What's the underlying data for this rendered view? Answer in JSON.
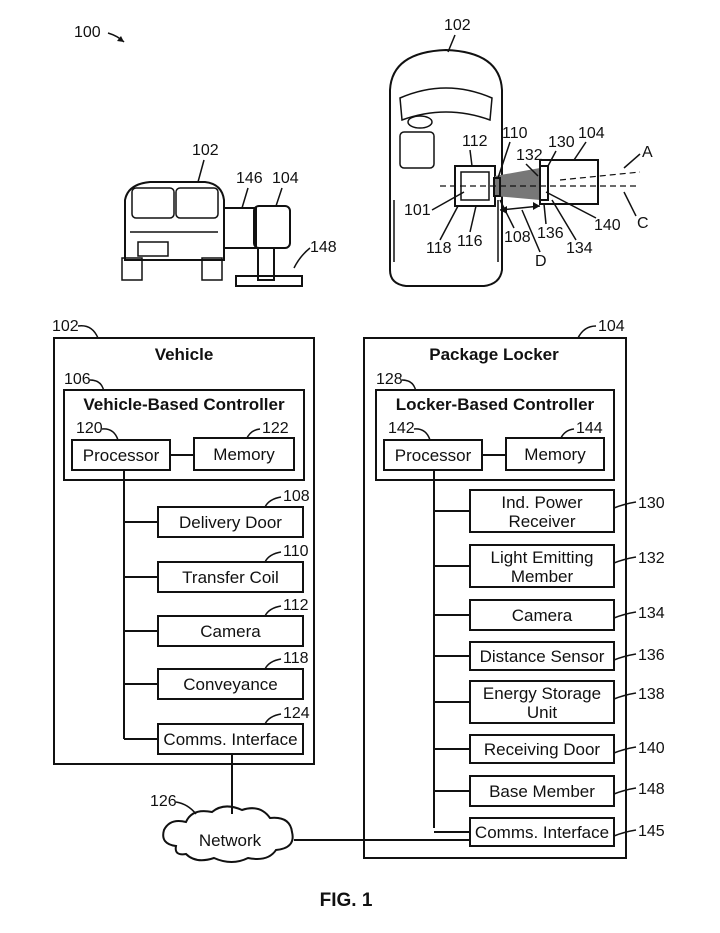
{
  "figure": {
    "caption": "FIG. 1",
    "ref_overall": "100",
    "illustration": {
      "ref_vehicle_side": "102",
      "ref_vehicle_top": "102",
      "ref_146": "146",
      "ref_104_side": "104",
      "ref_148": "148",
      "top_view_refs": {
        "r112": "112",
        "r110": "110",
        "r130": "130",
        "r104": "104",
        "r132": "132",
        "r101": "101",
        "r118": "118",
        "r116": "116",
        "r108": "108",
        "r136": "136",
        "r134": "134",
        "r140": "140",
        "rA": "A",
        "rC": "C",
        "rD": "D"
      }
    },
    "vehicle": {
      "ref": "102",
      "title": "Vehicle",
      "controller": {
        "ref": "106",
        "title": "Vehicle-Based Controller",
        "processor": {
          "ref": "120",
          "label": "Processor"
        },
        "memory": {
          "ref": "122",
          "label": "Memory"
        }
      },
      "components": [
        {
          "ref": "108",
          "label": "Delivery Door"
        },
        {
          "ref": "110",
          "label": "Transfer Coil"
        },
        {
          "ref": "112",
          "label": "Camera"
        },
        {
          "ref": "118",
          "label": "Conveyance"
        },
        {
          "ref": "124",
          "label": "Comms. Interface"
        }
      ]
    },
    "locker": {
      "ref": "104",
      "title": "Package Locker",
      "controller": {
        "ref": "128",
        "title": "Locker-Based Controller",
        "processor": {
          "ref": "142",
          "label": "Processor"
        },
        "memory": {
          "ref": "144",
          "label": "Memory"
        }
      },
      "components": [
        {
          "ref": "130",
          "line1": "Ind. Power",
          "line2": "Receiver"
        },
        {
          "ref": "132",
          "line1": "Light Emitting",
          "line2": "Member"
        },
        {
          "ref": "134",
          "line1": "Camera",
          "line2": ""
        },
        {
          "ref": "136",
          "line1": "Distance Sensor",
          "line2": ""
        },
        {
          "ref": "138",
          "line1": "Energy Storage",
          "line2": "Unit"
        },
        {
          "ref": "140",
          "line1": "Receiving Door",
          "line2": ""
        },
        {
          "ref": "148",
          "line1": "Base Member",
          "line2": ""
        },
        {
          "ref": "145",
          "line1": "Comms. Interface",
          "line2": ""
        }
      ]
    },
    "network": {
      "ref": "126",
      "label": "Network"
    }
  }
}
